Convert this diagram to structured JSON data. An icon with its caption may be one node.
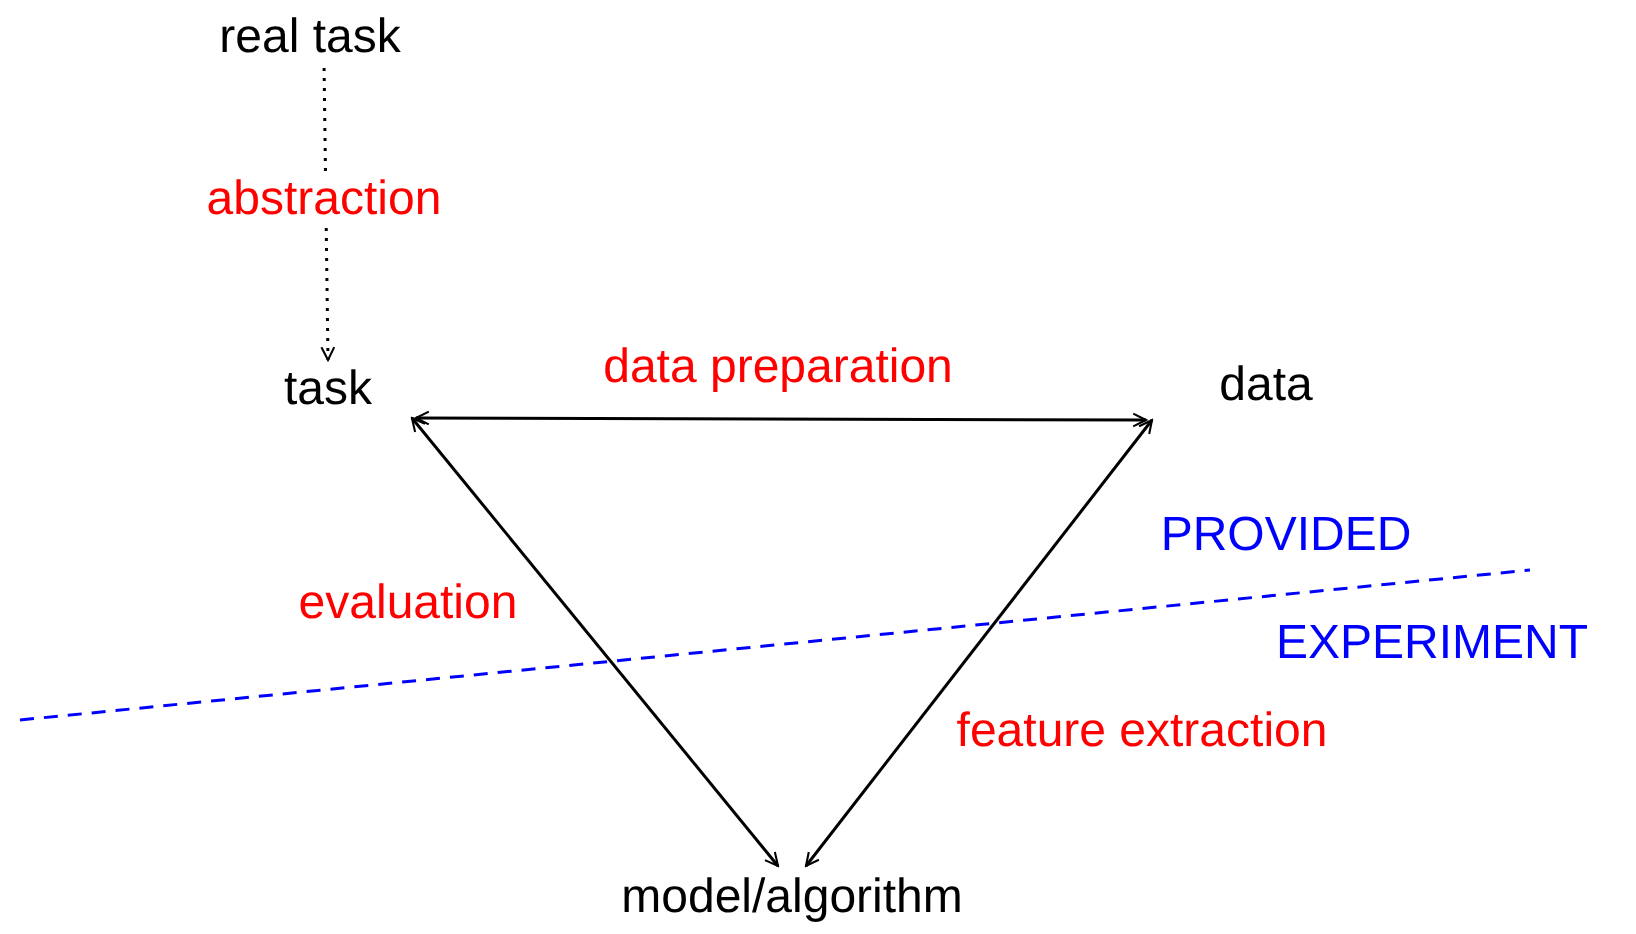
{
  "diagram": {
    "nodes": [
      {
        "text": [
          "real task"
        ]
      },
      {
        "text": [
          "task"
        ]
      },
      {
        "text": [
          "data"
        ]
      },
      {
        "text": [
          "model/algorithm"
        ]
      }
    ],
    "edges": [
      {
        "from": 0,
        "to": 1,
        "arrow": "to",
        "style": "dashed",
        "label": "abstraction"
      },
      {
        "from": 1,
        "to": 2,
        "arrow": "both",
        "label": "data preparation"
      },
      {
        "from": 1,
        "to": 3,
        "arrow": "both",
        "label": "evaluation"
      },
      {
        "from": 2,
        "to": 3,
        "arrow": "both",
        "label": "feature extraction"
      }
    ],
    "labels": [
      "PROVIDED",
      "EXPERIMENT"
    ]
  }
}
